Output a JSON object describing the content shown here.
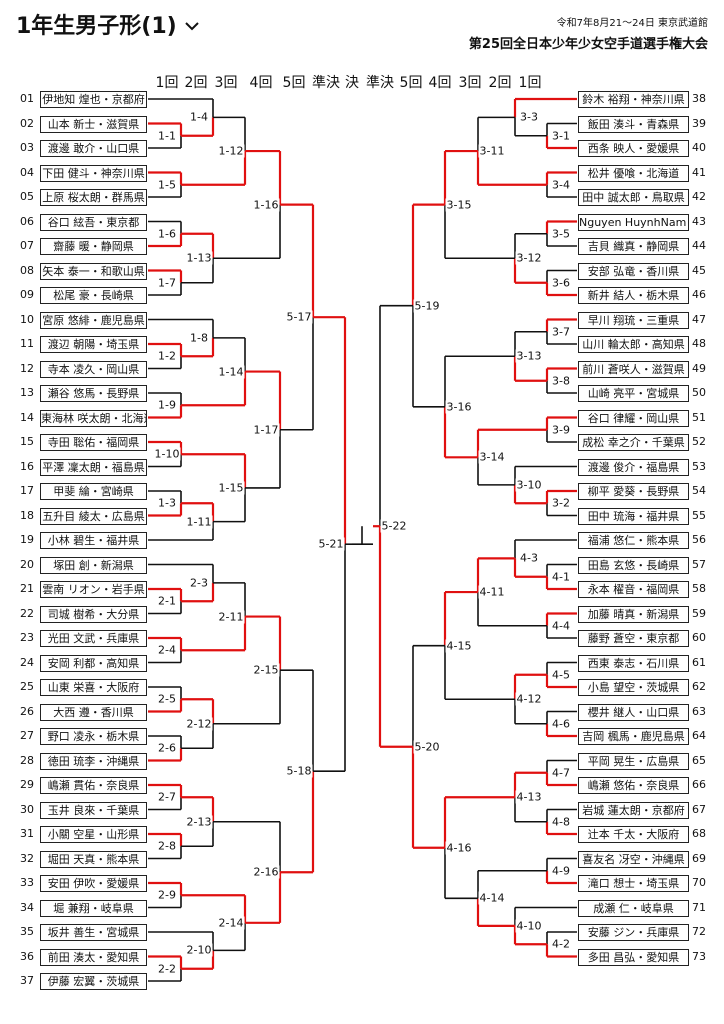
{
  "title": "1年生男子形(1)",
  "event_date": "令和7年8月21～24日 東京武道館",
  "event_name": "第25回全日本少年少女空手道選手権大会",
  "round_labels_left": [
    "1回",
    "2回",
    "3回",
    "4回",
    "5回",
    "準決"
  ],
  "round_label_final": "決",
  "round_labels_right": [
    "準決",
    "5回",
    "4回",
    "3回",
    "2回",
    "1回"
  ],
  "players": [
    {
      "no": "01",
      "name": "伊地知 煌也・京都府"
    },
    {
      "no": "02",
      "name": "山本 新士・滋賀県"
    },
    {
      "no": "03",
      "name": "渡邊 敢介・山口県"
    },
    {
      "no": "04",
      "name": "下田 健斗・神奈川県"
    },
    {
      "no": "05",
      "name": "上原 桜太朗・群馬県"
    },
    {
      "no": "06",
      "name": "谷口 絃吾・東京都"
    },
    {
      "no": "07",
      "name": "齋藤 暖・静岡県"
    },
    {
      "no": "08",
      "name": "矢本 泰一・和歌山県"
    },
    {
      "no": "09",
      "name": "松尾 豪・長崎県"
    },
    {
      "no": "10",
      "name": "宮原 悠緋・鹿児島県"
    },
    {
      "no": "11",
      "name": "渡辺 朝陽・埼玉県"
    },
    {
      "no": "12",
      "name": "寺本 凌久・岡山県"
    },
    {
      "no": "13",
      "name": "瀬谷 悠馬・長野県"
    },
    {
      "no": "14",
      "name": "東海林 咲太朗・北海道"
    },
    {
      "no": "15",
      "name": "寺田 聡佑・福岡県"
    },
    {
      "no": "16",
      "name": "平澤 凜太朗・福島県"
    },
    {
      "no": "17",
      "name": "甲斐 綸・宮崎県"
    },
    {
      "no": "18",
      "name": "五升目 綾太・広島県"
    },
    {
      "no": "19",
      "name": "小林 碧生・福井県"
    },
    {
      "no": "20",
      "name": "塚田 創・新潟県"
    },
    {
      "no": "21",
      "name": "雲南 リオン・岩手県"
    },
    {
      "no": "22",
      "name": "司城 樹希・大分県"
    },
    {
      "no": "23",
      "name": "光田 文武・兵庫県"
    },
    {
      "no": "24",
      "name": "安岡 利都・高知県"
    },
    {
      "no": "25",
      "name": "山東 栄喜・大阪府"
    },
    {
      "no": "26",
      "name": "大西 遵・香川県"
    },
    {
      "no": "27",
      "name": "野口 凌永・栃木県"
    },
    {
      "no": "28",
      "name": "徳田 琉李・沖縄県"
    },
    {
      "no": "29",
      "name": "嶋瀬 貫佑・奈良県"
    },
    {
      "no": "30",
      "name": "玉井 良來・千葉県"
    },
    {
      "no": "31",
      "name": "小關 空星・山形県"
    },
    {
      "no": "32",
      "name": "堀田 天真・熊本県"
    },
    {
      "no": "33",
      "name": "安田 伊吹・愛媛県"
    },
    {
      "no": "34",
      "name": "堀 兼翔・岐阜県"
    },
    {
      "no": "35",
      "name": "坂井 善生・宮城県"
    },
    {
      "no": "36",
      "name": "前田 湊太・愛知県"
    },
    {
      "no": "37",
      "name": "伊藤 宏翼・茨城県"
    },
    {
      "no": "38",
      "name": "鈴木 裕翔・神奈川県"
    },
    {
      "no": "39",
      "name": "飯田 湊斗・青森県"
    },
    {
      "no": "40",
      "name": "西条 映人・愛媛県"
    },
    {
      "no": "41",
      "name": "松井 優喰・北海道"
    },
    {
      "no": "42",
      "name": "田中 誠太郎・鳥取県"
    },
    {
      "no": "43",
      "name": "Nguyen HuynhNam・群馬県"
    },
    {
      "no": "44",
      "name": "吉貝 織真・静岡県"
    },
    {
      "no": "45",
      "name": "安部 弘竜・香川県"
    },
    {
      "no": "46",
      "name": "新井 結人・栃木県"
    },
    {
      "no": "47",
      "name": "早川 翔琉・三重県"
    },
    {
      "no": "48",
      "name": "山川 輪太郎・高知県"
    },
    {
      "no": "49",
      "name": "前川 蒼咲人・滋賀県"
    },
    {
      "no": "50",
      "name": "山崎 亮平・宮城県"
    },
    {
      "no": "51",
      "name": "谷口 律耀・岡山県"
    },
    {
      "no": "52",
      "name": "成松 幸之介・千葉県"
    },
    {
      "no": "53",
      "name": "渡邊 俊介・福島県"
    },
    {
      "no": "54",
      "name": "柳平 愛葵・長野県"
    },
    {
      "no": "55",
      "name": "田中 琉海・福井県"
    },
    {
      "no": "56",
      "name": "福浦 悠仁・熊本県"
    },
    {
      "no": "57",
      "name": "田島 玄悠・長崎県"
    },
    {
      "no": "58",
      "name": "永本 櫂音・福岡県"
    },
    {
      "no": "59",
      "name": "加藤 晴真・新潟県"
    },
    {
      "no": "60",
      "name": "藤野 蒼空・東京都"
    },
    {
      "no": "61",
      "name": "西東 泰志・石川県"
    },
    {
      "no": "62",
      "name": "小島 望空・茨城県"
    },
    {
      "no": "63",
      "name": "櫻井 継人・山口県"
    },
    {
      "no": "64",
      "name": "吉岡 楓馬・鹿児島県"
    },
    {
      "no": "65",
      "name": "平岡 晃生・広島県"
    },
    {
      "no": "66",
      "name": "嶋瀬 悠佑・奈良県"
    },
    {
      "no": "67",
      "name": "岩城 蓮太朗・京都府"
    },
    {
      "no": "68",
      "name": "辻本 千太・大阪府"
    },
    {
      "no": "69",
      "name": "喜友名 冴空・沖縄県"
    },
    {
      "no": "70",
      "name": "滝口 想士・埼玉県"
    },
    {
      "no": "71",
      "name": "成瀬 仁・岐阜県"
    },
    {
      "no": "72",
      "name": "安藤 ジン・兵庫県"
    },
    {
      "no": "73",
      "name": "多田 昌弘・愛知県"
    }
  ],
  "matches": {
    "L1": [
      "1-1",
      "1-2",
      "1-3"
    ],
    "L2": [
      "1-4",
      "1-5",
      "1-6",
      "1-7",
      "1-8",
      "1-9",
      "1-10",
      "1-11",
      "2-1",
      "2-2",
      "2-3",
      "2-4",
      "2-5",
      "2-6",
      "2-7",
      "2-8",
      "2-9",
      "2-10"
    ],
    "L3": [
      "1-12",
      "1-13",
      "1-14",
      "1-15",
      "2-11",
      "2-12",
      "2-13",
      "2-14"
    ],
    "L4": [
      "1-16",
      "1-17",
      "2-15",
      "2-16"
    ],
    "L5": [
      "5-17",
      "5-18"
    ],
    "LS": "5-21",
    "RS": "5-22",
    "R5": [
      "5-19",
      "5-20"
    ],
    "R4": [
      "3-15",
      "3-16",
      "4-15",
      "4-16"
    ],
    "R3": [
      "3-11",
      "3-12",
      "3-13",
      "3-14",
      "4-11",
      "4-12",
      "4-13",
      "4-14"
    ],
    "R2": [
      "3-3",
      "3-4",
      "3-5",
      "3-6",
      "3-7",
      "3-8",
      "3-9",
      "3-10",
      "4-3",
      "4-4",
      "4-5",
      "4-6",
      "4-7",
      "4-8",
      "4-9",
      "4-10"
    ],
    "R1": [
      "3-1",
      "3-2",
      "4-1",
      "4-2"
    ]
  },
  "winner_path_color": "#e01010",
  "line_color": "#111111"
}
